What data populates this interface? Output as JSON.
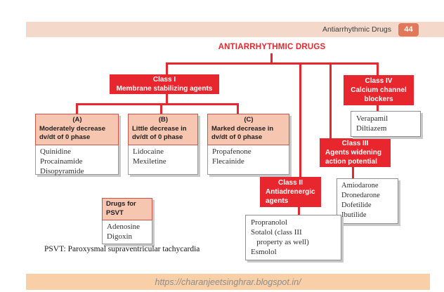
{
  "page": {
    "header_label": "Antiarrhythmic Drugs",
    "page_number": "44",
    "title": "ANTIARRHYTHMIC DRUGS",
    "footnote": "PSVT: Paroxysmal supraventricular tachycardia",
    "footer_url": "https://charanjeetsinghrar.blogspot.in/"
  },
  "colors": {
    "red_accent": "#e8262d",
    "salmon_header": "#f7c6b1",
    "topbar_peach": "#f4d9cb",
    "badge_coral": "#e0795c",
    "footer_peach": "#f8cfa6"
  },
  "classes": {
    "class1": {
      "line1": "Class I",
      "line2": "Membrane stabilizing agents"
    },
    "class2": {
      "line1": "Class II",
      "line2": "Antiadrenergic",
      "line3": "agents"
    },
    "class3": {
      "line1": "Class III",
      "line2": "Agents widening",
      "line3": "action potential"
    },
    "class4": {
      "line1": "Class IV",
      "line2": "Calcium channel",
      "line3": "blockers"
    }
  },
  "subgroups": {
    "a": {
      "tag": "(A)",
      "line1": "Moderately decrease",
      "line2": "dv/dt of 0 phase",
      "drugs": [
        "Quinidine",
        "Procainamide",
        "Disopyramide"
      ]
    },
    "b": {
      "tag": "(B)",
      "line1": "Little decrease in",
      "line2": "dv/dt of 0 phase",
      "drugs": [
        "Lidocaine",
        "Mexiletine"
      ]
    },
    "c": {
      "tag": "(C)",
      "line1": "Marked decrease in",
      "line2": "dv/dt of 0 phase",
      "drugs": [
        "Propafenone",
        "Flecainide"
      ]
    }
  },
  "drug_lists": {
    "class4_drugs": [
      "Verapamil",
      "Diltiazem"
    ],
    "class3_drugs": [
      "Amiodarone",
      "Dronedarone",
      "Dofetilide",
      "Ibutilide"
    ],
    "class2_drugs": [
      "Propranolol",
      "Sotalol (class III",
      "   property as well)",
      "Esmolol"
    ]
  },
  "psvt": {
    "header_line1": "Drugs for",
    "header_line2": "PSVT",
    "drugs": [
      "Adenosine",
      "Digoxin"
    ]
  }
}
